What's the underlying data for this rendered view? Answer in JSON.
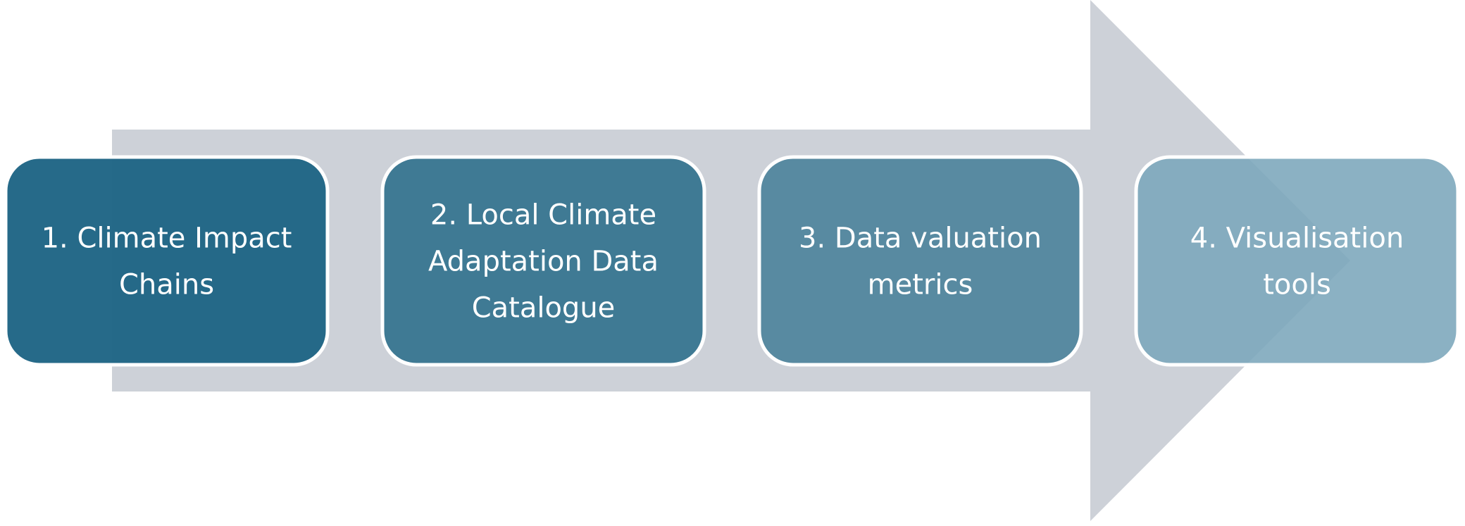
{
  "diagram": {
    "type": "process-arrow",
    "arrow_color": "#cdd1d8",
    "box_border_color": "#ffffff",
    "text_color": "#ffffff",
    "steps": [
      {
        "lines": [
          "1. Climate Impact",
          "Chains"
        ],
        "color": "#1f6585",
        "opacity": 0.97
      },
      {
        "lines": [
          "2. Local Climate",
          "Adaptation Data",
          "Catalogue"
        ],
        "color": "#3f7a94",
        "opacity": 1
      },
      {
        "lines": [
          "3. Data valuation",
          "metrics"
        ],
        "color": "#588aa1",
        "opacity": 1
      },
      {
        "lines": [
          "4. Visualisation",
          "tools"
        ],
        "color": "#7ba6bb",
        "opacity": 0.88
      }
    ]
  }
}
